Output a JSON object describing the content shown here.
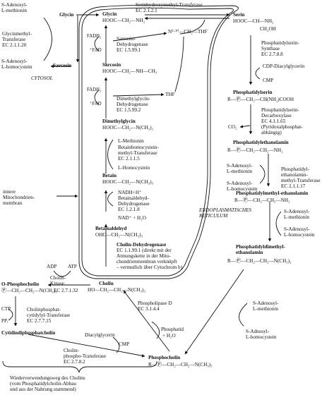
{
  "diagram": {
    "nodes": {
      "glycin_left": "Glycin",
      "glycin": "Glycin",
      "glycin_formula": "HOOC—CH₂—NH₂",
      "sarcosin_left": "Sarcosin",
      "sarcosin": "Sarcosin",
      "sarcosin_formula": "HOOC—CH₂—NH—CH₃",
      "dimethylglycin": "Dimethylglycin",
      "dimethylglycin_formula": "HOOC—CH₂—N(CH₃)₂",
      "betain": "Betain",
      "betain_formula": "HOOC—CH₂—N(CH₃)₃",
      "betainaldehyd": "Betainaldehyd",
      "betainaldehyd_formula": "OHC—CH₂—N(CH₃)₃",
      "cholin": "Cholin",
      "cholin_formula": "HO—CH₂—CH₂—N(CH₃)₃",
      "o_phosphocholin": "O-Phosphocholin",
      "o_phosphocholin_formula": "Ⓟ—CH₂—CH₂—N(CH₃)₃",
      "cytidindiphosphatcholin": "Cytidindiphosphatcholin",
      "phosphocholin": "Phosphocholin",
      "phosphocholin_formula": "R—Ⓟ—CH₂—CH₂—N(CH₃)₃",
      "serin": "Serin",
      "serin_formula": "HOOC—CH—NH₂",
      "serin_ch2oh": "CH₂OH",
      "phosphatidylserin": "Phosphatidylserin",
      "phosphatidylserin_formula": "R—Ⓟ—CH₂—CH(NH₂)COOH",
      "phosphatidylethanolamin": "Phosphatidylethanolamin",
      "phosphatidylethanolamin_formula": "R—Ⓟ—CH₂—CH₂—NH₂",
      "phosphatidylmethylethanolamin": "Phosphatidylmethyl-ethanolamin",
      "phosphatidylmethylethanolamin_formula": "R—Ⓟ—CH₂—CH₂—NH₂",
      "phosphatidyldimethylethanolamin_1": "Phosphatidyldimethyl-",
      "phosphatidyldimethylethanolamin_2": "ethanolamin",
      "phosphatidyldimethylethanolamin_formula": "R—Ⓟ—CH₂—CH₂—N(CH₃)₂",
      "n510_thf": "N⁵·¹⁰—CH₂—THF",
      "thf": "THF"
    },
    "enzymes": {
      "glycinmethyl_1": "Glycinmethyl-",
      "glycinmethyl_2": "Transferase",
      "glycinmethyl_ec": "EC 2.1.1.20",
      "serinhydroxy": "Serinhydroxymethyl-Transferase",
      "serinhydroxy_ec": "EC 2.1.2.1",
      "sarcosin_dh_1": "Sarcosin-",
      "sarcosin_dh_2": "Dehydrogenase",
      "sarcosin_dh_ec": "EC 1.5.99.1",
      "dimethylglycin_dh_1": "Dimethylglycin-",
      "dimethylglycin_dh_2": "Dehydrogenase",
      "dimethylglycin_dh_ec": "EC 1.5.99.2",
      "betain_mt_1": "Betainhomocystein-",
      "betain_mt_2": "methyl-Transferase",
      "betain_mt_ec": "EC 2.1.1.5",
      "betainaldehyd_dh_1": "Betainaldehyd-",
      "betainaldehyd_dh_2": "Dehydrogenase",
      "betainaldehyd_dh_ec": "EC 1.2.1.8",
      "cholin_dh_1": "Cholin-Dehydrogenase",
      "cholin_dh_2": "EC 1.1.99.1 (direkt mit der",
      "cholin_dh_3": "Atmungskette in der Mito-",
      "cholin_dh_4": "chondrienmembran verknüpft",
      "cholin_dh_5": "– vermutlich über Cytochrom b)",
      "cholin_kinase_1": "Cholin-",
      "cholin_kinase_2": "Kinase",
      "cholin_kinase_ec": "EC 2.7.1.32",
      "cholinphosphat_1": "Cholinphosphat-",
      "cholinphosphat_2": "cytidylyl-Transferase",
      "cholinphosphat_ec": "EC 2.7.7.15",
      "cholinphospho_1": "Cholin-",
      "cholinphospho_2": "phospho-Transferase",
      "cholinphospho_ec": "EC 2.7.8.2",
      "phospholipase_1": "Phospholipase D",
      "phospholipase_ec": "EC 3.1.4.4",
      "ps_synthase_1": "Phosphatidylserin-",
      "ps_synthase_2": "Synthase",
      "ps_synthase_ec": "EC 2.7.8.8",
      "ps_decarb_1": "Phosphatidylserin-",
      "ps_decarb_2": "Decarboxylase",
      "ps_decarb_ec": "EC 4.1.1.65",
      "ps_decarb_3": "(Pyridoxalphosphat-",
      "ps_decarb_4": "abhängig)",
      "pe_mt_1": "Phosphatidyl-",
      "pe_mt_2": "ethanolamin-",
      "pe_mt_3": "methyl-Transferase",
      "pe_mt_ec": "EC 2.1.1.17"
    },
    "cofactors": {
      "s_adenosyl_methionin_1": "S-Adenosyl-",
      "s_adenosyl_methionin_2": "L-methionin",
      "s_adenosyl_homocystein_1": "S-Adenosyl-",
      "s_adenosyl_homocystein_2": "L-homocystein",
      "fadh2_1": "FADH₂",
      "fad_1": "⁺FAD",
      "fadh2_2": "FADH₂",
      "fad_2": "⁺FAD",
      "l_methionin": "L-Methionin",
      "l_homocystein": "L-Homocystein",
      "nadh": "NADH+H⁺",
      "nad": "NAD⁺ + H₂O",
      "adp": "ADP",
      "atp": "ATP",
      "ctp": "CTP",
      "ppi": "PPᵢ",
      "diacylglycerin": "Diacylglycerin",
      "cmp_1": "CMP",
      "phosphatid": "Phosphatid",
      "h2o": "+ H₂O",
      "cdp_diacylglycerin": "CDP-Diacylglycerin",
      "cmp_2": "CMP",
      "co2": "CO₂",
      "sam_r1_1": "S-Adenosyl-",
      "sam_r1_2": "L-methionin",
      "sah_r1_1": "S-Adenosyl-",
      "sah_r1_2": "L-homocystein",
      "sam_r2_1": "S-Adenosyl-",
      "sam_r2_2": "L-methionin",
      "sah_r2_1": "S-Adenosyl-",
      "sah_r2_2": "L-homocystein",
      "sam_r3_1": "S-Adenosyl-",
      "sam_r3_2": "L-methionin",
      "sah_r3_1": "S-Adnosyl-",
      "sah_r3_2": "L-homocystein"
    },
    "regions": {
      "cytosol": "CYTOSOL",
      "mito_1": "innere",
      "mito_2": "Mitochondrien-",
      "mito_3": "membran",
      "er_1": "ENDOPLASMATISCHES",
      "er_2": "RETICULUM"
    },
    "footer": {
      "line_1": "Wiederverwendungsweg des Cholins",
      "line_2": "(vom Phosphatidylcholin-Abbau",
      "line_3": "und aus der Nahrung stammend)"
    }
  }
}
